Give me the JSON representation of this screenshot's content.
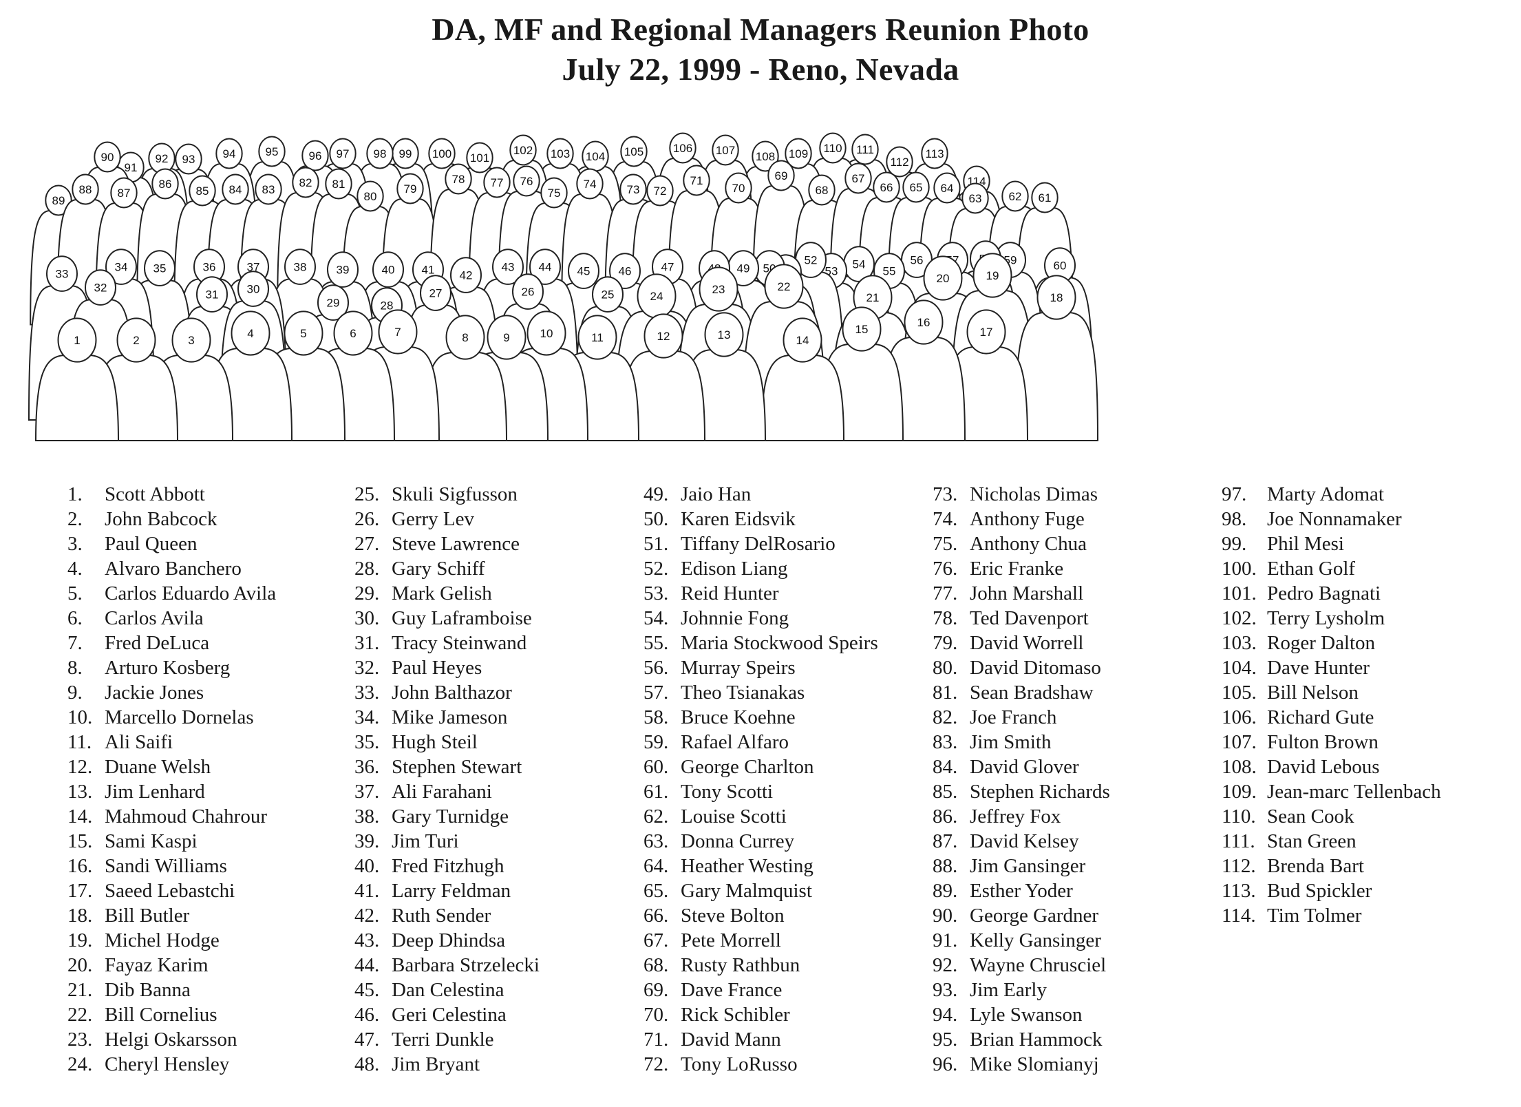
{
  "header": {
    "title": "DA, MF and Regional Managers Reunion Photo",
    "subtitle": "July 22, 1999 - Reno, Nevada"
  },
  "legend": [
    "Scott Abbott",
    "John Babcock",
    "Paul Queen",
    "Alvaro Banchero",
    "Carlos Eduardo Avila",
    "Carlos Avila",
    "Fred DeLuca",
    "Arturo Kosberg",
    "Jackie Jones",
    "Marcello Dornelas",
    "Ali Saifi",
    "Duane Welsh",
    "Jim Lenhard",
    "Mahmoud Chahrour",
    "Sami Kaspi",
    "Sandi Williams",
    "Saeed Lebastchi",
    "Bill Butler",
    "Michel Hodge",
    "Fayaz Karim",
    "Dib Banna",
    "Bill Cornelius",
    "Helgi Oskarsson",
    "Cheryl Hensley",
    "Skuli Sigfusson",
    "Gerry Lev",
    "Steve Lawrence",
    "Gary Schiff",
    "Mark Gelish",
    "Guy Laframboise",
    "Tracy Steinwand",
    "Paul Heyes",
    "John Balthazor",
    "Mike Jameson",
    "Hugh Steil",
    "Stephen Stewart",
    "Ali Farahani",
    "Gary Turnidge",
    "Jim Turi",
    "Fred Fitzhugh",
    "Larry Feldman",
    "Ruth Sender",
    "Deep Dhindsa",
    "Barbara Strzelecki",
    "Dan Celestina",
    "Geri Celestina",
    "Terri Dunkle",
    "Jim Bryant",
    "Jaio Han",
    "Karen Eidsvik",
    "Tiffany DelRosario",
    "Edison Liang",
    "Reid Hunter",
    "Johnnie Fong",
    "Maria Stockwood Speirs",
    "Murray Speirs",
    "Theo Tsianakas",
    "Bruce Koehne",
    "Rafael Alfaro",
    "George Charlton",
    "Tony Scotti",
    "Louise Scotti",
    "Donna Currey",
    "Heather Westing",
    "Gary Malmquist",
    "Steve Bolton",
    "Pete Morrell",
    "Rusty Rathbun",
    "Dave France",
    "Rick Schibler",
    "David Mann",
    "Tony LoRusso",
    "Nicholas Dimas",
    "Anthony Fuge",
    "Anthony Chua",
    "Eric Franke",
    "John Marshall",
    "Ted Davenport",
    "David Worrell",
    "David Ditomaso",
    "Sean Bradshaw",
    "Joe Franch",
    "Jim Smith",
    "David Glover",
    "Stephen Richards",
    "Jeffrey Fox",
    "David Kelsey",
    "Jim Gansinger",
    "Esther Yoder",
    "George Gardner",
    "Kelly Gansinger",
    "Wayne Chrusciel",
    "Jim Early",
    "Lyle Swanson",
    "Brian Hammock",
    "Mike Slomianyj",
    "Marty Adomat",
    "Joe Nonnamaker",
    "Phil Mesi",
    "Ethan Golf",
    "Pedro Bagnati",
    "Terry Lysholm",
    "Roger Dalton",
    "Dave Hunter",
    "Bill Nelson",
    "Richard Gute",
    "Fulton Brown",
    "David Lebous",
    "Jean-marc Tellenbach",
    "Sean Cook",
    "Stan Green",
    "Brenda Bart",
    "Bud Spickler",
    "Tim Tolmer"
  ],
  "figure_numbers": [
    "1",
    "2",
    "3",
    "4",
    "5",
    "6",
    "7",
    "8",
    "9",
    "10",
    "11",
    "12",
    "13",
    "14",
    "15",
    "16",
    "17",
    "18",
    "19",
    "20",
    "21",
    "22",
    "23",
    "24",
    "25",
    "26",
    "27",
    "28",
    "29",
    "30",
    "31",
    "32",
    "33",
    "34",
    "35",
    "36",
    "37",
    "38",
    "39",
    "40",
    "41",
    "42",
    "43",
    "44",
    "45",
    "46",
    "47",
    "48",
    "49",
    "50",
    "51",
    "52",
    "53",
    "54",
    "55",
    "56",
    "57",
    "58",
    "59",
    "60",
    "61",
    "62",
    "63",
    "64",
    "65",
    "66",
    "67",
    "68",
    "69",
    "70",
    "71",
    "72",
    "73",
    "74",
    "75",
    "76",
    "77",
    "78",
    "79",
    "80",
    "81",
    "82",
    "83",
    "84",
    "85",
    "86",
    "87",
    "88",
    "89",
    "90",
    "91",
    "92",
    "93",
    "94",
    "95",
    "96",
    "97",
    "98",
    "99",
    "100",
    "101",
    "102",
    "103",
    "104",
    "105",
    "106",
    "107",
    "108",
    "109",
    "110",
    "111",
    "112",
    "113",
    "114"
  ]
}
